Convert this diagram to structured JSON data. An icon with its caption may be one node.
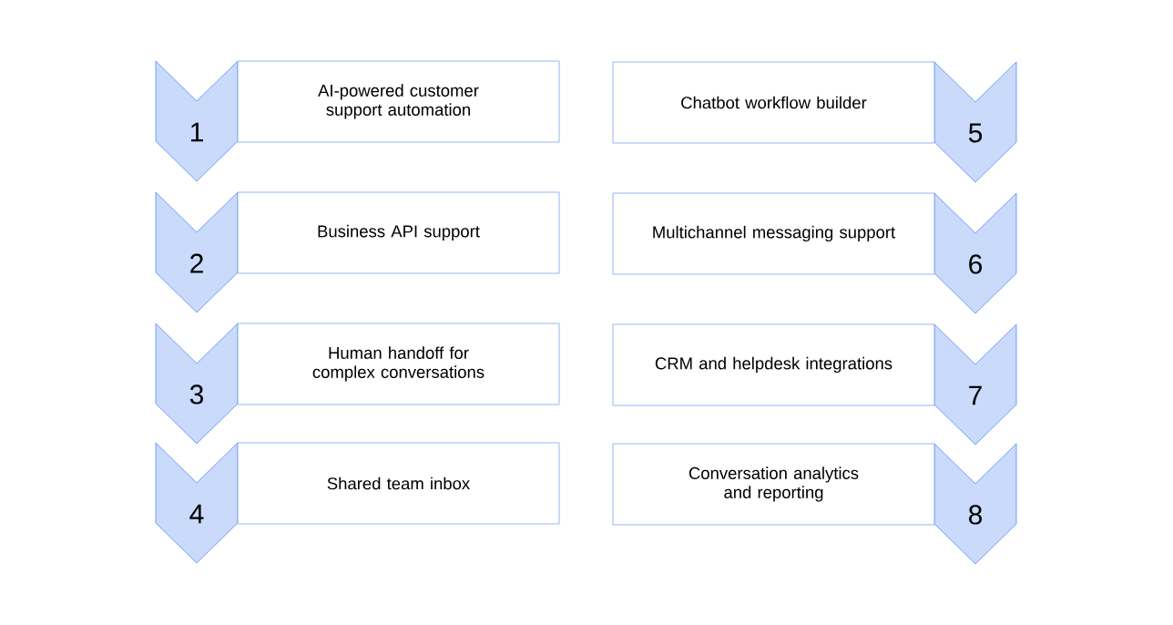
{
  "diagram": {
    "nodes": [
      {
        "text": [
          "1"
        ]
      },
      {
        "text": [
          "AI-powered customer support automation"
        ]
      },
      {
        "text": [
          "2"
        ]
      },
      {
        "text": [
          "Business API support"
        ]
      },
      {
        "text": [
          "3"
        ]
      },
      {
        "text": [
          "Human handoff for complex conversations"
        ]
      },
      {
        "text": [
          "4"
        ]
      },
      {
        "text": [
          "Shared team inbox"
        ]
      },
      {
        "text": [
          "5"
        ]
      },
      {
        "text": [
          "Chatbot workflow builder"
        ]
      },
      {
        "text": [
          "6"
        ]
      },
      {
        "text": [
          "Multichannel messaging support"
        ]
      },
      {
        "text": [
          "7"
        ]
      },
      {
        "text": [
          "CRM and helpdesk integrations"
        ]
      },
      {
        "text": [
          "8"
        ]
      },
      {
        "text": [
          "Conversation analytics and reporting"
        ]
      }
    ]
  }
}
